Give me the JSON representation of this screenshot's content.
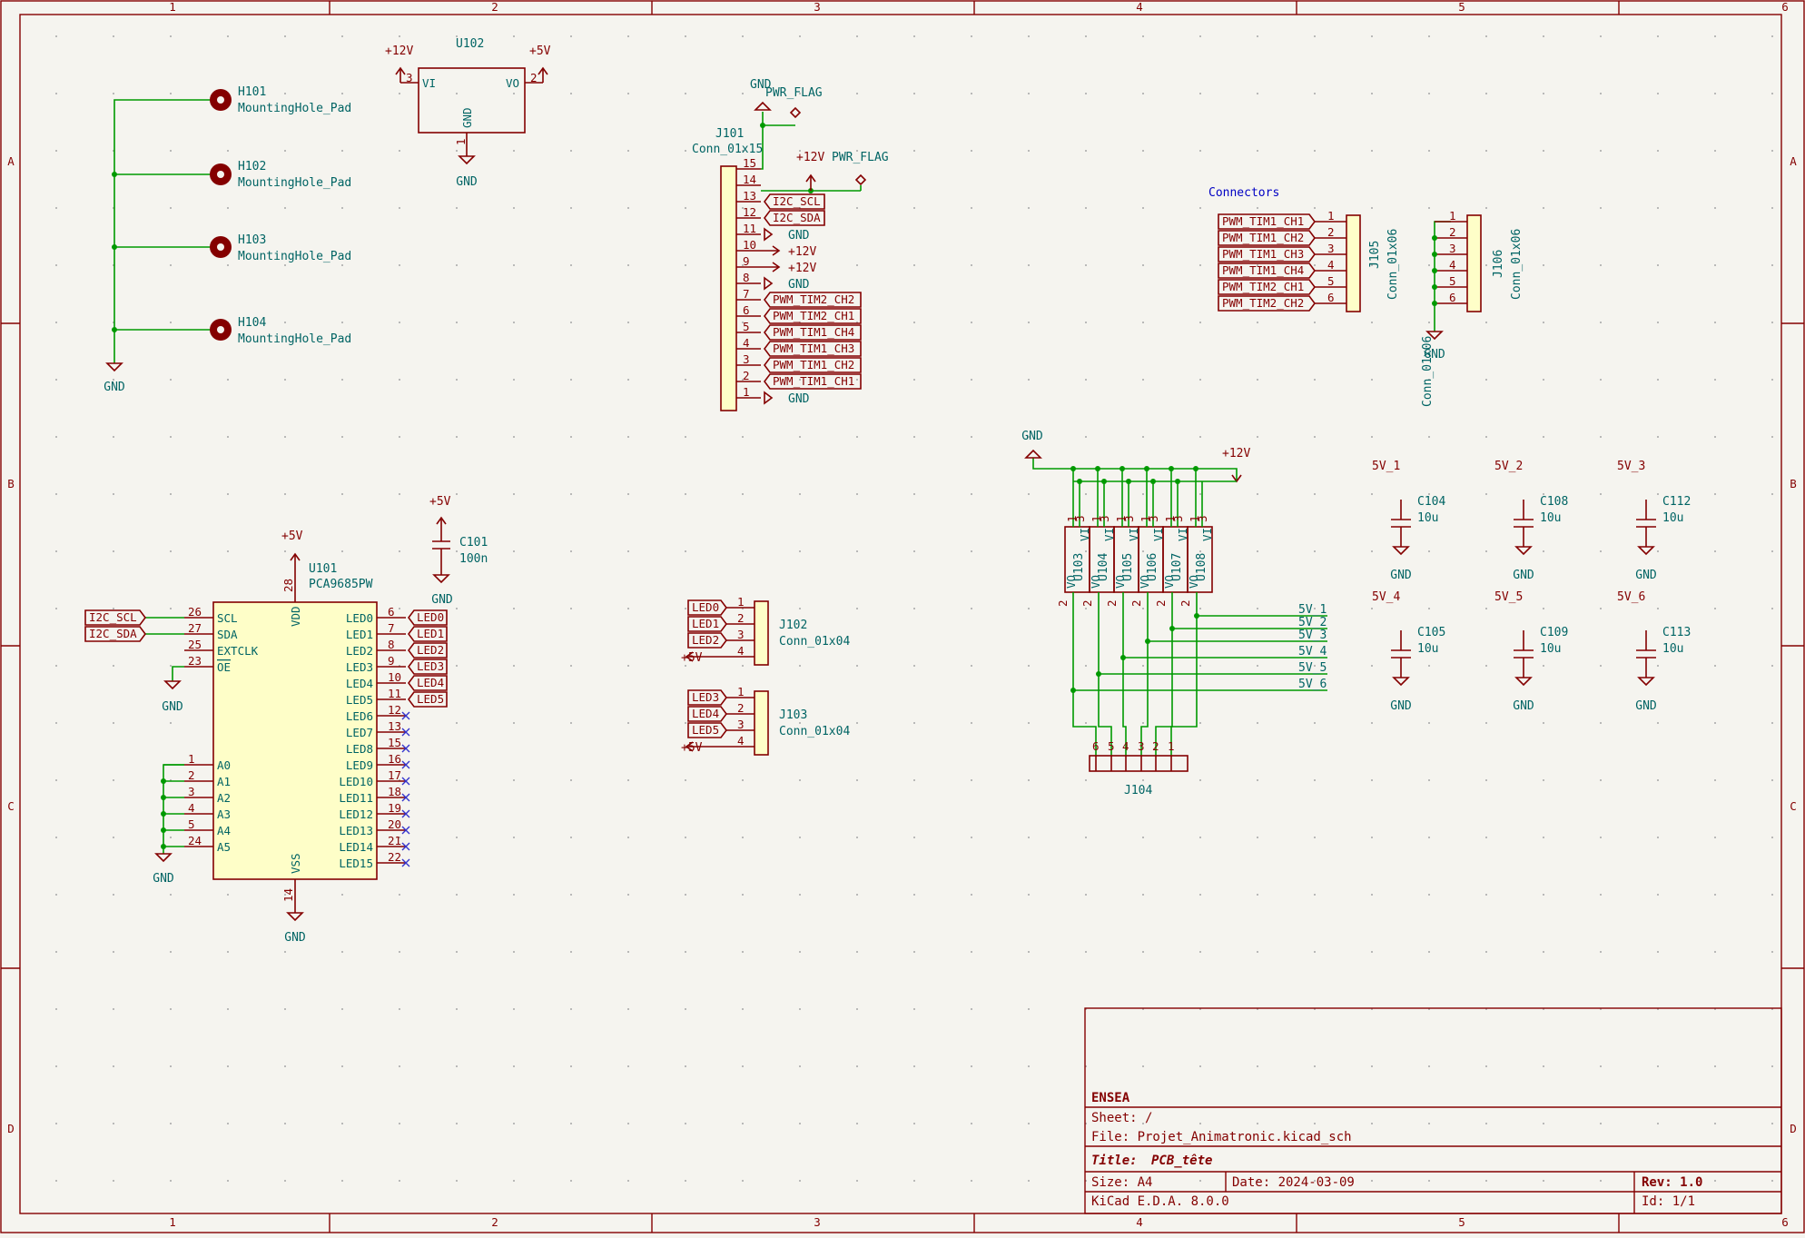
{
  "frame": {
    "columns": [
      "1",
      "2",
      "3",
      "4",
      "5",
      "6"
    ],
    "rows": [
      "A",
      "B",
      "C",
      "D"
    ]
  },
  "title_block": {
    "company": "ENSEA",
    "sheet": "Sheet: /",
    "file": "File: Projet_Animatronic.kicad_sch",
    "title_prefix": "Title:",
    "title": "PCB_tête",
    "size": "Size: A4",
    "date": "Date: 2024-03-09",
    "rev": "Rev: 1.0",
    "tool": "KiCad E.D.A. 8.0.0",
    "id": "Id: 1/1"
  },
  "mounting_holes": [
    {
      "ref": "H101",
      "value": "MountingHole_Pad"
    },
    {
      "ref": "H102",
      "value": "MountingHole_Pad"
    },
    {
      "ref": "H103",
      "value": "MountingHole_Pad"
    },
    {
      "ref": "H104",
      "value": "MountingHole_Pad"
    }
  ],
  "holes_gnd": "GND",
  "u102": {
    "ref": "U102",
    "vin": "+12V",
    "vout": "+5V",
    "gnd": "GND",
    "pin_vi": "VI",
    "pin_vo": "VO",
    "pin_gnd": "GND",
    "pin_in": "3",
    "pin_out": "2",
    "pin_g": "1"
  },
  "j101": {
    "ref": "J101",
    "value": "Conn_01x15",
    "gnd_top": "GND",
    "pwr_flag": "PWR_FLAG",
    "pwr_flag2": "PWR_FLAG",
    "v12": "+12V",
    "pins": [
      {
        "n": "15",
        "net": ""
      },
      {
        "n": "14",
        "net": ""
      },
      {
        "n": "13",
        "net": "I2C_SCL"
      },
      {
        "n": "12",
        "net": "I2C_SDA"
      },
      {
        "n": "11",
        "net": "GND"
      },
      {
        "n": "10",
        "net": "+12V"
      },
      {
        "n": "9",
        "net": "+12V"
      },
      {
        "n": "8",
        "net": "GND"
      },
      {
        "n": "7",
        "net": "PWM_TIM2_CH2"
      },
      {
        "n": "6",
        "net": "PWM_TIM2_CH1"
      },
      {
        "n": "5",
        "net": "PWM_TIM1_CH4"
      },
      {
        "n": "4",
        "net": "PWM_TIM1_CH3"
      },
      {
        "n": "3",
        "net": "PWM_TIM1_CH2"
      },
      {
        "n": "2",
        "net": "PWM_TIM1_CH1"
      },
      {
        "n": "1",
        "net": "GND"
      }
    ]
  },
  "connectors_note": "Connectors",
  "j105": {
    "ref": "J105",
    "value": "Conn_01x06",
    "pins": [
      {
        "n": "1",
        "net": "PWM_TIM1_CH1"
      },
      {
        "n": "2",
        "net": "PWM_TIM1_CH2"
      },
      {
        "n": "3",
        "net": "PWM_TIM1_CH3"
      },
      {
        "n": "4",
        "net": "PWM_TIM1_CH4"
      },
      {
        "n": "5",
        "net": "PWM_TIM2_CH1"
      },
      {
        "n": "6",
        "net": "PWM_TIM2_CH2"
      }
    ]
  },
  "j106": {
    "ref": "J106",
    "value": "Conn_01x06",
    "value2": "Conn_01x06",
    "gnd": "GND",
    "pins": [
      "1",
      "2",
      "3",
      "4",
      "5",
      "6"
    ]
  },
  "regulators": {
    "gnd": "GND",
    "v12": "+12V",
    "units": [
      "U103",
      "U104",
      "U105",
      "U106",
      "U107",
      "U108"
    ],
    "pin_vi": "VI",
    "pin_vo": "VO",
    "pin1": "1",
    "pin2": "2",
    "pin3": "3",
    "outputs": [
      "5V_1",
      "5V_2",
      "5V_3",
      "5V_4",
      "5V_5",
      "5V_6"
    ]
  },
  "j104": {
    "ref": "J104",
    "pins": [
      "6",
      "5",
      "4",
      "3",
      "2",
      "1"
    ]
  },
  "caps": [
    {
      "net": "5V_1",
      "ref": "C104",
      "value": "10u",
      "gnd": "GND"
    },
    {
      "net": "5V_2",
      "ref": "C108",
      "value": "10u",
      "gnd": "GND"
    },
    {
      "net": "5V_3",
      "ref": "C112",
      "value": "10u",
      "gnd": "GND"
    },
    {
      "net": "5V_4",
      "ref": "C105",
      "value": "10u",
      "gnd": "GND"
    },
    {
      "net": "5V_5",
      "ref": "C109",
      "value": "10u",
      "gnd": "GND"
    },
    {
      "net": "5V_6",
      "ref": "C113",
      "value": "10u",
      "gnd": "GND"
    }
  ],
  "u101": {
    "ref": "U101",
    "value": "PCA9685PW",
    "vdd": "+5V",
    "vss_gnd": "GND",
    "pin_vdd": "VDD",
    "pin_vss": "VSS",
    "pin_vdd_n": "28",
    "pin_vss_n": "14",
    "left": [
      {
        "n": "26",
        "name": "SCL",
        "net": "I2C_SCL"
      },
      {
        "n": "27",
        "name": "SDA",
        "net": "I2C_SDA"
      },
      {
        "n": "25",
        "name": "EXTCLK",
        "net": ""
      },
      {
        "n": "23",
        "name": "OE",
        "net": ""
      }
    ],
    "addr": [
      {
        "n": "1",
        "name": "A0"
      },
      {
        "n": "2",
        "name": "A1"
      },
      {
        "n": "3",
        "name": "A2"
      },
      {
        "n": "4",
        "name": "A3"
      },
      {
        "n": "5",
        "name": "A4"
      },
      {
        "n": "24",
        "name": "A5"
      }
    ],
    "right": [
      {
        "n": "6",
        "name": "LED0",
        "net": "LED0"
      },
      {
        "n": "7",
        "name": "LED1",
        "net": "LED1"
      },
      {
        "n": "8",
        "name": "LED2",
        "net": "LED2"
      },
      {
        "n": "9",
        "name": "LED3",
        "net": "LED3"
      },
      {
        "n": "10",
        "name": "LED4",
        "net": "LED4"
      },
      {
        "n": "11",
        "name": "LED5",
        "net": "LED5"
      },
      {
        "n": "12",
        "name": "LED6",
        "net": ""
      },
      {
        "n": "13",
        "name": "LED7",
        "net": ""
      },
      {
        "n": "15",
        "name": "LED8",
        "net": ""
      },
      {
        "n": "16",
        "name": "LED9",
        "net": ""
      },
      {
        "n": "17",
        "name": "LED10",
        "net": ""
      },
      {
        "n": "18",
        "name": "LED11",
        "net": ""
      },
      {
        "n": "19",
        "name": "LED12",
        "net": ""
      },
      {
        "n": "20",
        "name": "LED13",
        "net": ""
      },
      {
        "n": "21",
        "name": "LED14",
        "net": ""
      },
      {
        "n": "22",
        "name": "LED15",
        "net": ""
      }
    ],
    "oe_gnd": "GND",
    "addr_gnd": "GND"
  },
  "c101": {
    "ref": "C101",
    "value": "100n",
    "vcc": "+5V",
    "gnd": "GND"
  },
  "j102": {
    "ref": "J102",
    "value": "Conn_01x04",
    "nets": [
      "LED0",
      "LED1",
      "LED2"
    ],
    "vcc": "+5V",
    "pins": [
      "1",
      "2",
      "3",
      "4"
    ]
  },
  "j103": {
    "ref": "J103",
    "value": "Conn_01x04",
    "nets": [
      "LED3",
      "LED4",
      "LED5"
    ],
    "vcc": "+5V",
    "pins": [
      "1",
      "2",
      "3",
      "4"
    ]
  }
}
